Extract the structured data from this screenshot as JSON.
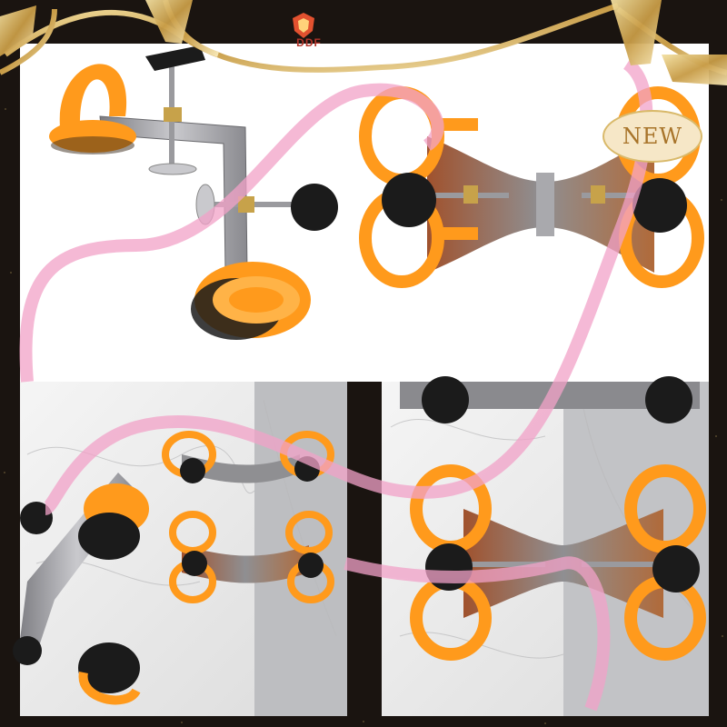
{
  "brand": {
    "name": "DDF"
  },
  "badge": {
    "label": "NEW"
  },
  "colors": {
    "frame_dark": "#1a1410",
    "gold": "#d9b96a",
    "panel_white": "#ffffff",
    "marble": "#eceded",
    "marble_grey": "#b8b9bc",
    "suction_orange": "#ff9a1c",
    "knob_black": "#1b1b1b",
    "steel": "#a9a9ad",
    "ribbon_pink": "#f2a2c8",
    "brand_red": "#b3342a"
  },
  "icons": [
    "shield-logo-icon",
    "gold-ribbon-frame",
    "pink-ribbon"
  ]
}
